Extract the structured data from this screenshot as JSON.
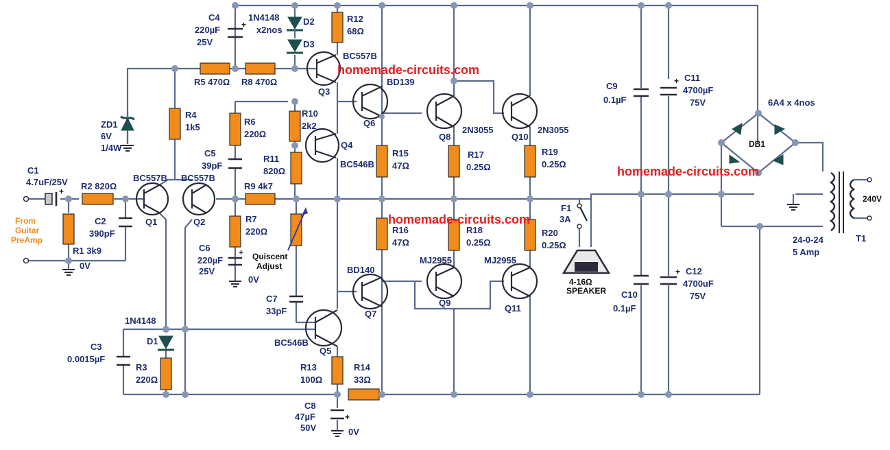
{
  "watermark": "homemade-circuits.com",
  "input": {
    "from_label_1": "From",
    "from_label_2": "Guitar",
    "from_label_3": "PreAmp",
    "zero_v": "0V"
  },
  "components": {
    "C1": {
      "name": "C1",
      "value": "4.7uF/25V"
    },
    "C2": {
      "name": "C2",
      "value": "390pF"
    },
    "C3": {
      "name": "C3",
      "value": "0.0015µF"
    },
    "C4": {
      "name": "C4",
      "value": "220µF",
      "voltage": "25V"
    },
    "C5": {
      "name": "C5",
      "value": "39pF"
    },
    "C6": {
      "name": "C6",
      "value": "220µF",
      "voltage": "25V"
    },
    "C7": {
      "name": "C7",
      "value": "33pF"
    },
    "C8": {
      "name": "C8",
      "value": "47µF",
      "voltage": "50V"
    },
    "C9": {
      "name": "C9",
      "value": "0.1µF"
    },
    "C10": {
      "name": "C10",
      "value": "0.1µF"
    },
    "C11": {
      "name": "C11",
      "value": "4700µF",
      "voltage": "75V"
    },
    "C12": {
      "name": "C12",
      "value": "4700uF",
      "voltage": "75V"
    },
    "R1": {
      "label": "R1 3k9"
    },
    "R2": {
      "label": "R2 820Ω"
    },
    "R3": {
      "name": "R3",
      "value": "220Ω"
    },
    "R4": {
      "name": "R4",
      "value": "1k5"
    },
    "R5": {
      "label": "R5 470Ω"
    },
    "R6": {
      "name": "R6",
      "value": "220Ω"
    },
    "R7": {
      "name": "R7",
      "value": "220Ω"
    },
    "R8": {
      "label": "R8 470Ω"
    },
    "R9": {
      "label": "R9 4k7"
    },
    "R10": {
      "name": "R10",
      "value": "2k2"
    },
    "R11": {
      "name": "R11",
      "value": "820Ω"
    },
    "R12": {
      "name": "R12",
      "value": "68Ω"
    },
    "R13": {
      "name": "R13",
      "value": "100Ω"
    },
    "R14": {
      "name": "R14",
      "value": "33Ω"
    },
    "R15": {
      "name": "R15",
      "value": "47Ω"
    },
    "R16": {
      "name": "R16",
      "value": "47Ω"
    },
    "R17": {
      "name": "R17",
      "value": "0.25Ω"
    },
    "R18": {
      "name": "R18",
      "value": "0.25Ω"
    },
    "R19": {
      "name": "R19",
      "value": "0.25Ω"
    },
    "R20": {
      "name": "R20",
      "value": "0.25Ω"
    },
    "D1": {
      "name": "D1",
      "type": "1N4148"
    },
    "D2": {
      "name": "D2"
    },
    "D3": {
      "name": "D3"
    },
    "D23": {
      "type": "1N4148",
      "count": "x2nos"
    },
    "ZD1": {
      "name": "ZD1",
      "value": "6V",
      "power": "1/4W"
    },
    "Q1": {
      "name": "Q1",
      "type": "BC557B"
    },
    "Q2": {
      "name": "Q2",
      "type": "BC557B"
    },
    "Q3": {
      "name": "Q3",
      "type": "BC557B"
    },
    "Q4": {
      "name": "Q4",
      "type": "BC546B"
    },
    "Q5": {
      "name": "Q5",
      "type": "BC546B"
    },
    "Q6": {
      "name": "Q6",
      "type": "BD139"
    },
    "Q7": {
      "name": "Q7",
      "type": "BD140"
    },
    "Q8": {
      "name": "Q8",
      "type": "2N3055"
    },
    "Q9": {
      "name": "Q9",
      "type": "MJ2955"
    },
    "Q10": {
      "name": "Q10",
      "type": "2N3055"
    },
    "Q11": {
      "name": "Q11",
      "type": "MJ2955"
    },
    "F1": {
      "name": "F1",
      "value": "3A"
    },
    "speaker": {
      "value": "4-16Ω",
      "label": "SPEAKER"
    },
    "bridge": {
      "name": "DB1",
      "type": "6A4 x 4nos"
    },
    "transformer": {
      "name": "T1",
      "spec_1": "24-0-24",
      "spec_2": "5 Amp",
      "mains": "240V"
    },
    "quiescent": {
      "line_1": "Quiscent",
      "line_2": "Adjust"
    }
  },
  "zero_v": "0V",
  "colors": {
    "wire": "#5a6a8c",
    "resistor": "#f08b1c",
    "label": "#1e2e6e",
    "watermark": "#e02020"
  }
}
